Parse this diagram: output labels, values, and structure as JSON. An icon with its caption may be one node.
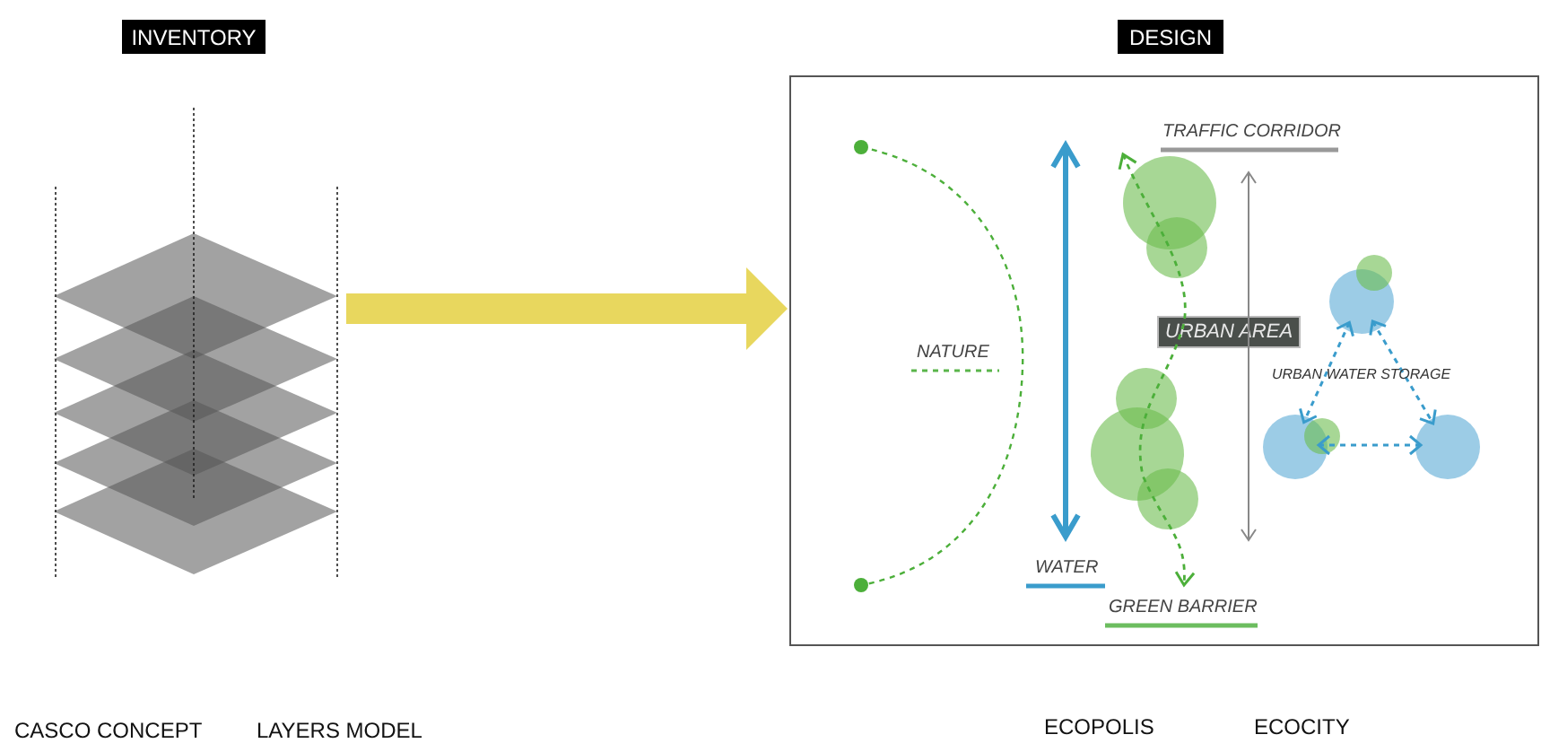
{
  "diagram": {
    "nodes": [
      {
        "text": [
          "INVENTORY"
        ]
      },
      {
        "text": [],
        "shape": "picture"
      },
      {
        "text": [
          "DESIGN"
        ]
      },
      {
        "text": [],
        "shape": "box"
      },
      {
        "text": [
          "URBAN AREA"
        ],
        "in": 3
      },
      {
        "text": [],
        "shape": "circle",
        "in": 3
      },
      {
        "text": [],
        "shape": "circle",
        "in": 3
      },
      {
        "text": [],
        "shape": "circle",
        "in": 3
      }
    ],
    "edges": [
      {
        "from": 1,
        "to": 3,
        "arrow": "to",
        "style": "thick",
        "color": "#e8d75e"
      },
      {
        "from": 5,
        "to": 7,
        "arrow": "both",
        "style": "dashed"
      },
      {
        "from": 6,
        "to": 7,
        "arrow": "both",
        "style": "dashed"
      },
      {
        "from": 5,
        "to": 6,
        "arrow": "both",
        "style": "dashed"
      }
    ],
    "labels": [
      "TRAFFIC CORRIDOR",
      "NATURE",
      "URBAN WATER STORAGE",
      "WATER",
      "GREEN BARRIER",
      "CASCO CONCEPT",
      "LAYERS MODEL",
      "ECOPOLIS",
      "ECOCITY"
    ]
  }
}
